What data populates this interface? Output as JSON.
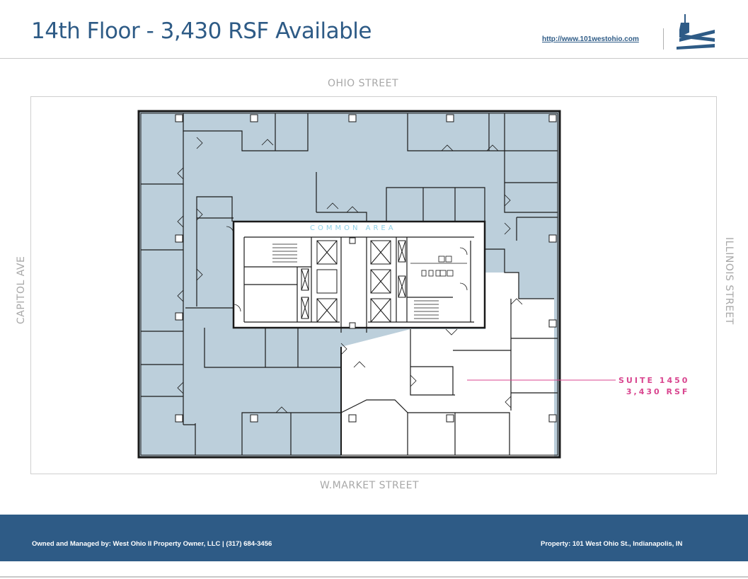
{
  "header": {
    "title": "14th Floor - 3,430 RSF Available",
    "website": "http://www.101westohio.com"
  },
  "streets": {
    "north": "OHIO STREET",
    "south": "W.MARKET STREET",
    "west": "CAPITOL AVE",
    "east": "ILLINOIS STREET"
  },
  "plan": {
    "common_area_label": "COMMON AREA",
    "suite": {
      "name": "SUITE 1450",
      "area": "3,430 RSF",
      "status": "available"
    },
    "colors": {
      "leased_fill": "#bccfdb",
      "available_fill": "#ffffff",
      "wall": "#1a1a1a",
      "suite_accent": "#d9458f",
      "common_accent": "#8fd0e6",
      "brand": "#2e5b86"
    }
  },
  "footer": {
    "owner": "Owned and Managed by:  West Ohio II Property Owner, LLC  |  (317) 684-3456",
    "property": "Property: 101 West Ohio St., Indianapolis, IN"
  }
}
